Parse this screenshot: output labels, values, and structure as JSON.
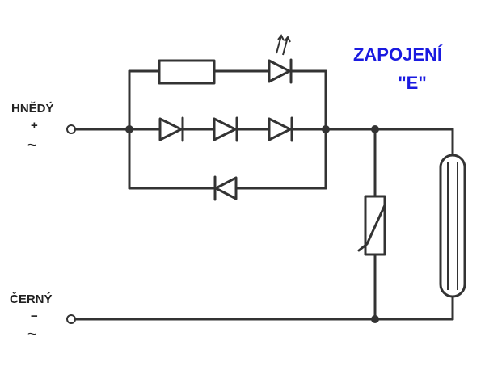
{
  "title": {
    "line1": "ZAPOJENÍ",
    "line2": "\"E\""
  },
  "terminals": {
    "top": {
      "label": "HNĚDÝ",
      "symbol_plus": "+",
      "symbol_tilde": "~"
    },
    "bottom": {
      "label": "ČERNÝ",
      "symbol_minus": "−",
      "symbol_tilde": "~"
    }
  },
  "colors": {
    "wire": "#333333",
    "title": "#1a1ae0",
    "background": "#ffffff"
  },
  "components": [
    "resistor",
    "led",
    "diode",
    "diode",
    "diode",
    "reverse-diode",
    "varistor",
    "tube"
  ]
}
